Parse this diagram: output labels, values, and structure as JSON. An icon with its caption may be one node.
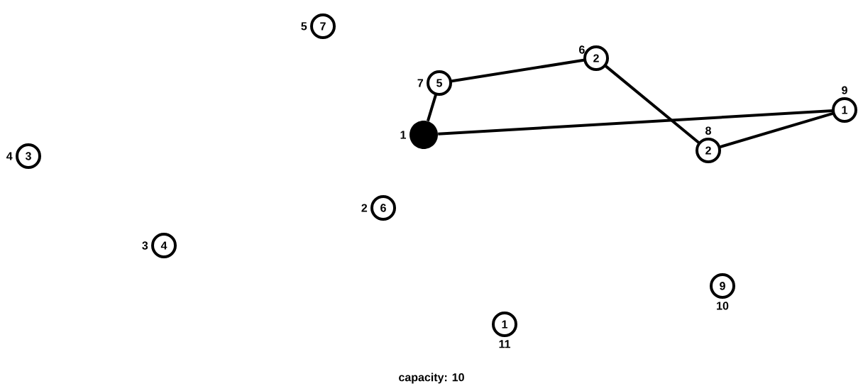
{
  "diagram": {
    "caption": "capacity: 10",
    "nodes": [
      {
        "text": [
          "7"
        ],
        "beside": [
          "5"
        ]
      },
      {
        "text": [
          "2"
        ],
        "beside": [
          "6"
        ]
      },
      {
        "text": [
          "5"
        ],
        "beside": [
          "7"
        ]
      },
      {
        "text": [
          "1"
        ],
        "beside": [
          "9"
        ]
      },
      {
        "text": [],
        "shape": "circle",
        "beside": [
          "1"
        ]
      },
      {
        "text": [
          "2"
        ],
        "beside": [
          "8"
        ]
      },
      {
        "text": [
          "3"
        ],
        "beside": [
          "4"
        ]
      },
      {
        "text": [
          "6"
        ],
        "beside": [
          "2"
        ]
      },
      {
        "text": [
          "4"
        ],
        "beside": [
          "3"
        ]
      },
      {
        "text": [
          "9"
        ],
        "beside": [
          "10"
        ]
      },
      {
        "text": [
          "1"
        ],
        "beside": [
          "11"
        ]
      }
    ],
    "edges": [
      {
        "from": 4,
        "to": 2,
        "arrow": "none"
      },
      {
        "from": 2,
        "to": 1,
        "arrow": "none"
      },
      {
        "from": 1,
        "to": 5,
        "arrow": "none"
      },
      {
        "from": 5,
        "to": 3,
        "arrow": "none"
      },
      {
        "from": 3,
        "to": 4,
        "arrow": "none"
      }
    ]
  }
}
